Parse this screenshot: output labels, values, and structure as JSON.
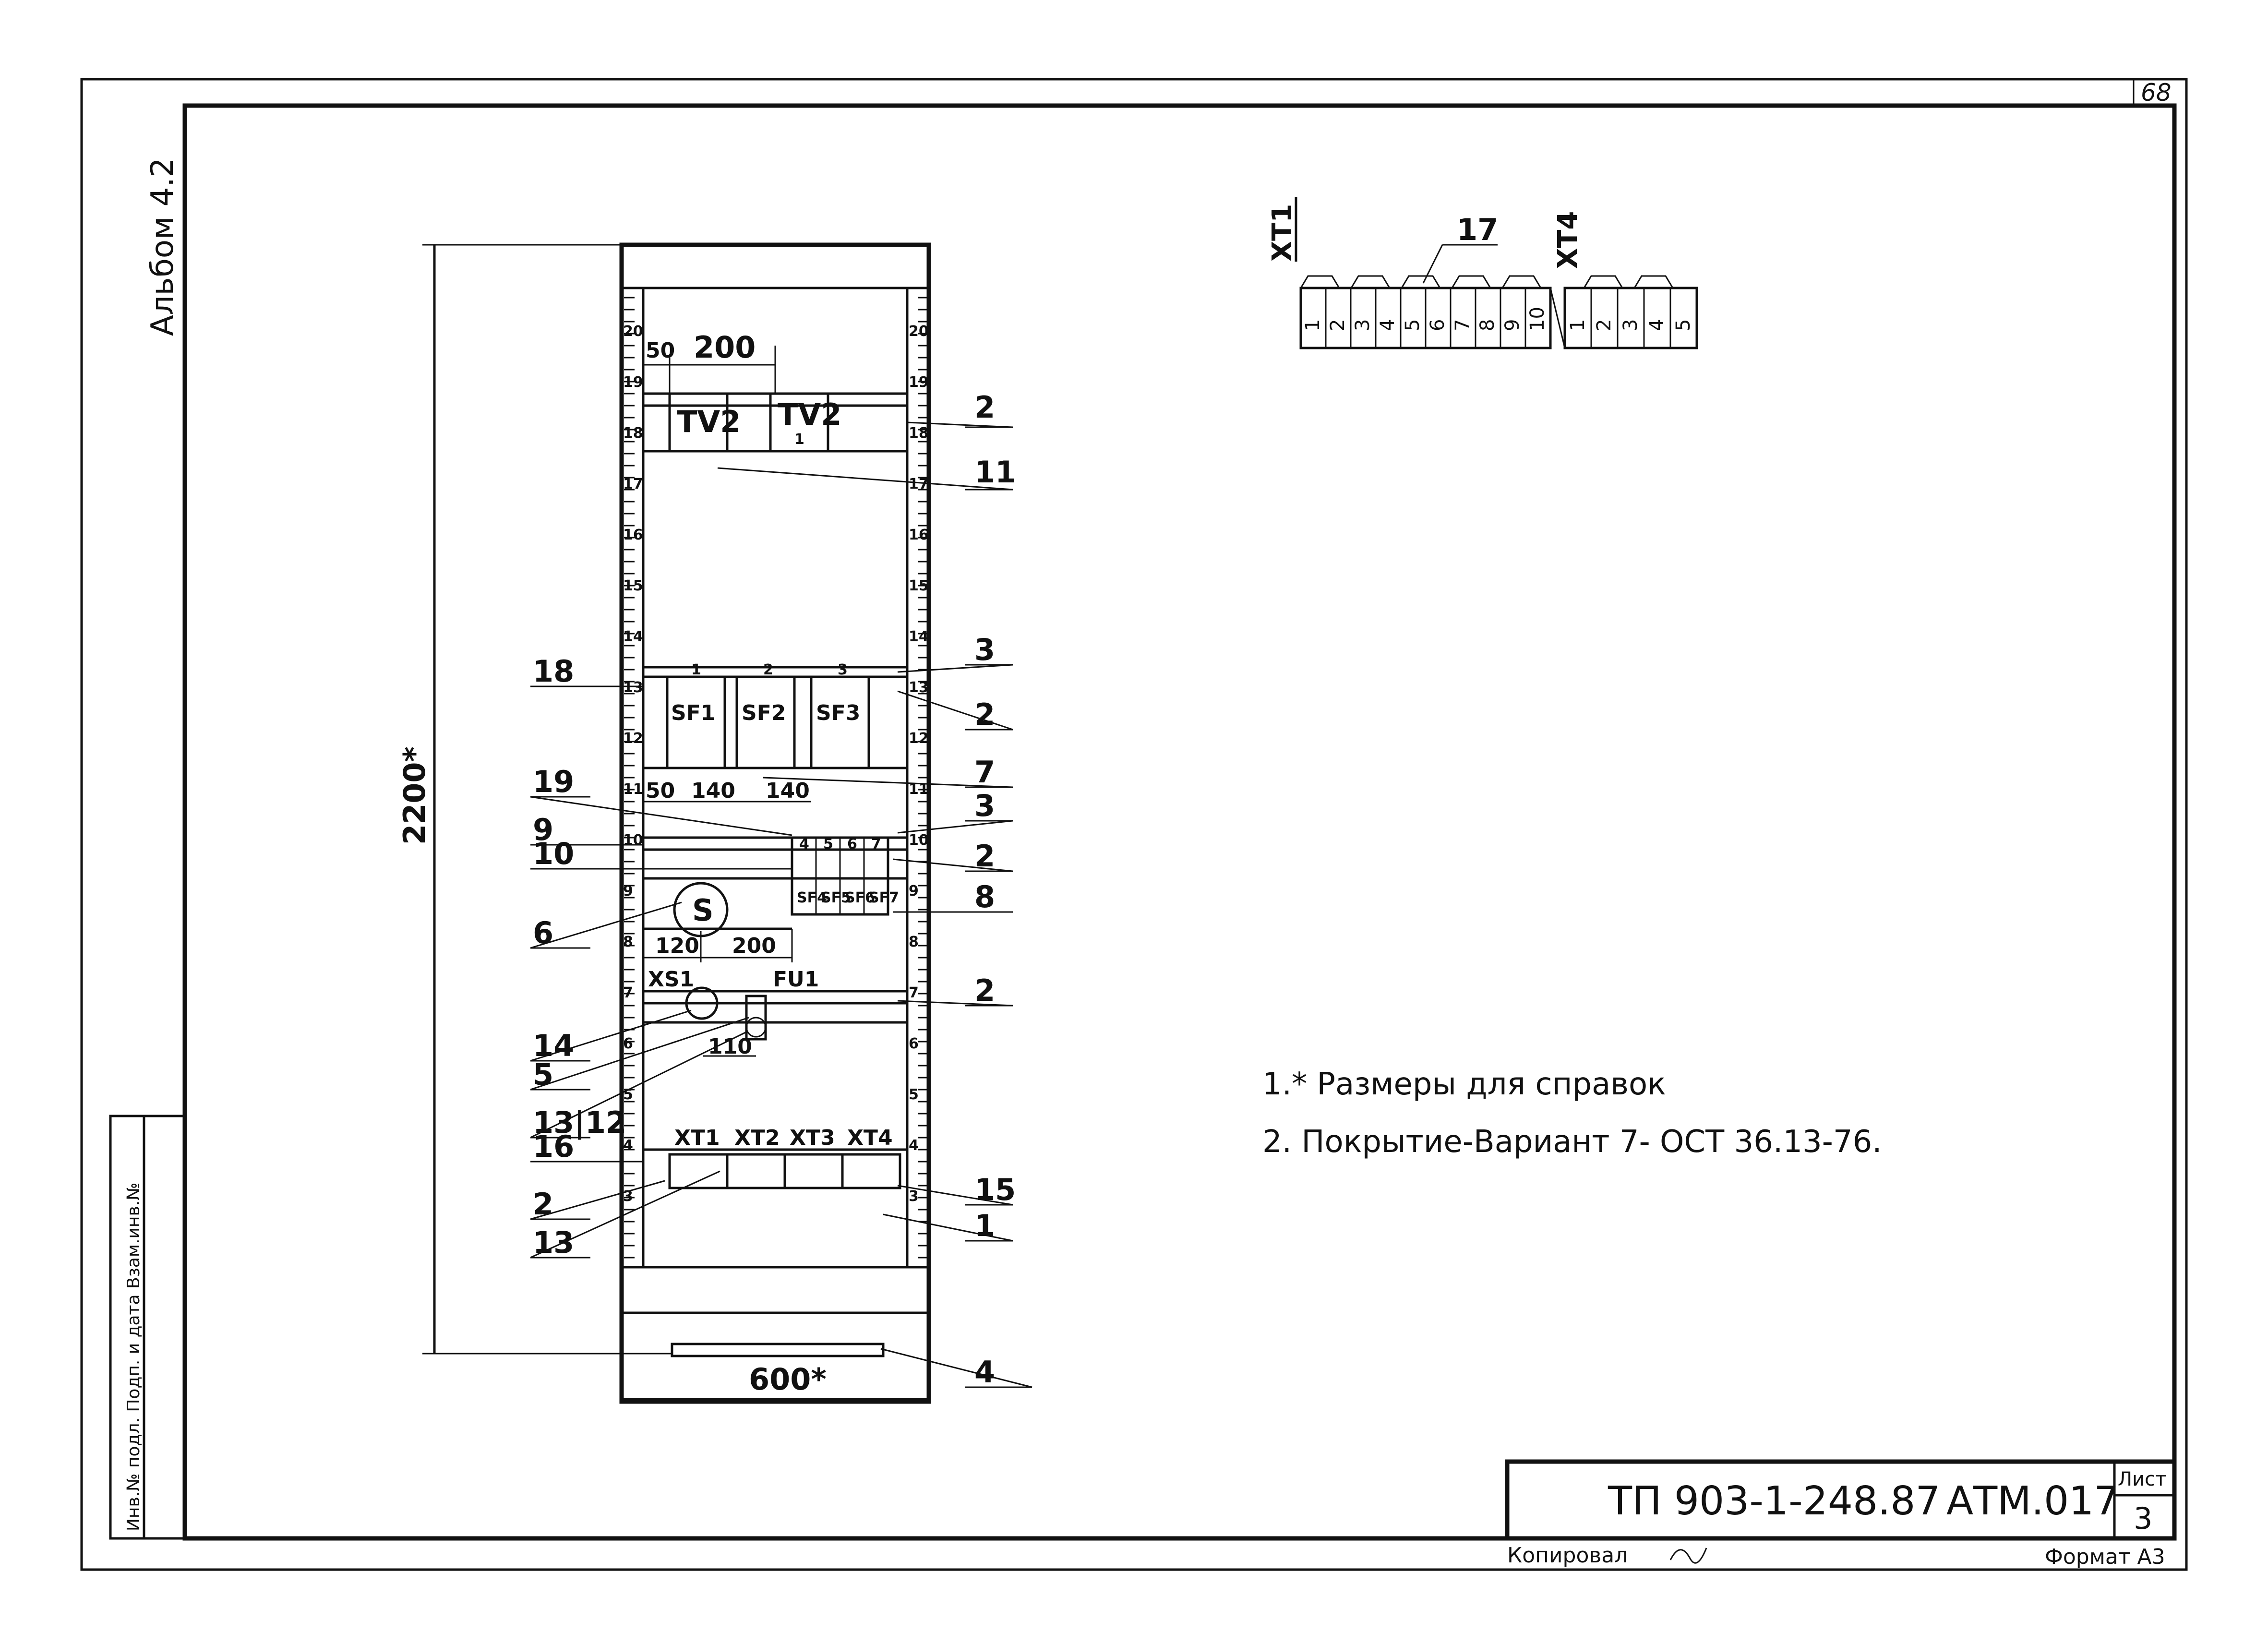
{
  "sheet": {
    "corner_number": "68",
    "album": "Альбом 4.2",
    "margin_stamp": "Инв.№ подл. Подп. и дата Взам.инв.№",
    "code": "ТП 903-1-248.87",
    "doc": "АТМ.017",
    "sheet_label": "Лист",
    "sheet_number": "3",
    "copied": "Копировал",
    "format": "Формат А3"
  },
  "notes": [
    "1.* Размеры для справок",
    "2. Покрытие-Вариант 7- ОСТ 36.13-76."
  ],
  "cabinet": {
    "height_dim": "2200*",
    "width_dim": "600*",
    "rail_numbers": [
      "20",
      "19",
      "18",
      "17",
      "16",
      "15",
      "14",
      "13",
      "12",
      "11",
      "10",
      "9",
      "8",
      "7",
      "6",
      "5",
      "4",
      "3"
    ],
    "dims_top": [
      "50",
      "200"
    ],
    "dims_mid": [
      "50",
      "140",
      "140"
    ],
    "dims_low": [
      "120",
      "200"
    ],
    "dim_110": "110",
    "tv_labels": [
      "TV2",
      "TV2"
    ],
    "tv_sub": "1",
    "sf_labels": [
      "SF1",
      "SF2",
      "SF3"
    ],
    "sf_top": [
      "1",
      "2",
      "3"
    ],
    "small_sf": [
      "SF4",
      "SF5",
      "SF6",
      "SF7"
    ],
    "small_sf_top": [
      "4",
      "5",
      "6",
      "7"
    ],
    "xs": "XS1",
    "fu": "FU1",
    "s_sym": "S",
    "terminals": [
      "XT1",
      "XT2",
      "XT3",
      "XT4"
    ]
  },
  "callouts_right": [
    "2",
    "11",
    "3",
    "2",
    "7",
    "3",
    "2",
    "8",
    "2",
    "15",
    "1",
    "4"
  ],
  "callouts_left": [
    "18",
    "19",
    "9",
    "10",
    "6",
    "14",
    "5",
    "13|12",
    "16",
    "2",
    "13"
  ],
  "strip": {
    "title_left": "XT1",
    "title_right": "XT4",
    "pointer": "17",
    "left_cells": [
      "1",
      "2",
      "3",
      "4",
      "5",
      "6",
      "7",
      "8",
      "9",
      "10"
    ],
    "right_cells": [
      "1",
      "2",
      "3",
      "4",
      "5"
    ]
  }
}
